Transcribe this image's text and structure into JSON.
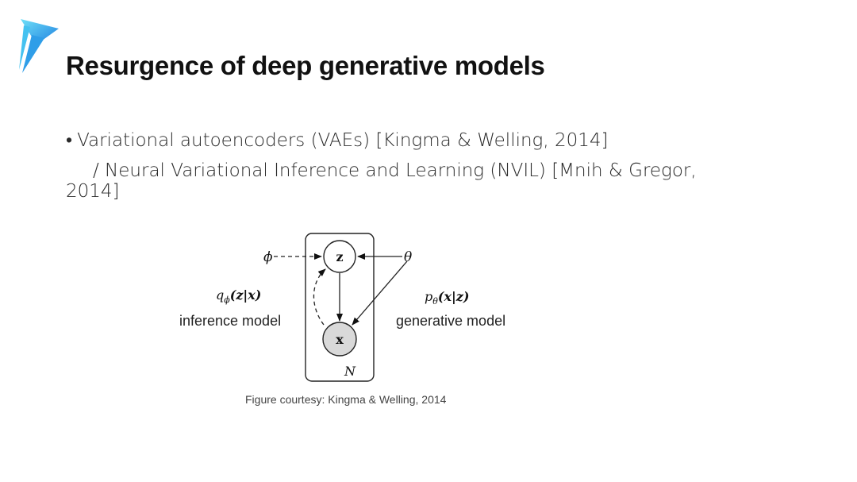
{
  "slide": {
    "title": "Resurgence of deep generative models",
    "bullet": {
      "marker": "•",
      "line1": "Variational autoencoders (VAEs) [Kingma & Welling, 2014]",
      "line2": "/ Neural Variational Inference and Learning (NVIL) [Mnih & Gregor,",
      "line3": "2014]"
    },
    "caption": "Figure courtesy: Kingma & Welling, 2014"
  },
  "diagram": {
    "phi": "ϕ",
    "theta": "θ",
    "z_node": "z",
    "x_node": "x",
    "plate_label": "N",
    "inference_formula": {
      "q": "q",
      "sub": "ϕ",
      "args": "(z|x)"
    },
    "generative_formula": {
      "p": "p",
      "sub": "θ",
      "args": "(x|z)"
    },
    "inference_label": "inference model",
    "generative_label": "generative model"
  },
  "colors": {
    "logo_light": "#5fd3f5",
    "logo_dark": "#1e88e5",
    "node_x_fill": "#d9d9d9"
  }
}
